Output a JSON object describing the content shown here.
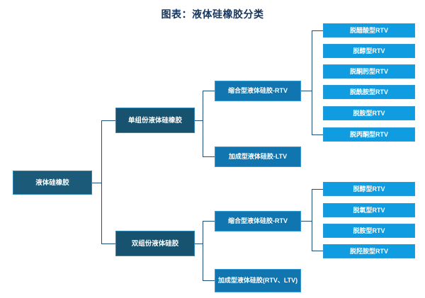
{
  "title": "图表：液体硅橡胶分类",
  "colors": {
    "title": "#17365d",
    "root_fill": "#1b5a79",
    "level2_fill": "#17536f",
    "level3_fill": "#1175b0",
    "leaf_fill": "#109ce0",
    "connector": "#1f4e79",
    "background": "#ffffff"
  },
  "chart_data": {
    "type": "tree",
    "title": "图表：液体硅橡胶分类",
    "root": {
      "label": "液体硅橡胶",
      "children": [
        {
          "label": "单组份液体硅橡胶",
          "children": [
            {
              "label": "缩合型液体硅胶-RTV",
              "children": [
                {
                  "label": "脱醋酸型RTV"
                },
                {
                  "label": "脱醇型RTV"
                },
                {
                  "label": "脱酮肟型RTV"
                },
                {
                  "label": "脱酰胺型RTV"
                },
                {
                  "label": "脱胺型RTV"
                },
                {
                  "label": "脱丙酮型RTV"
                }
              ]
            },
            {
              "label": "加成型液体硅胶-LTV",
              "children": []
            }
          ]
        },
        {
          "label": "双组份液体硅胶",
          "children": [
            {
              "label": "缩合型液体硅胶-RTV",
              "children": [
                {
                  "label": "脱醇型RTV"
                },
                {
                  "label": "脱氧型RTV"
                },
                {
                  "label": "脱胺型RTV"
                },
                {
                  "label": "脱羟胺型RTV"
                }
              ]
            },
            {
              "label": "加成型液体硅胶(RTV、LTV)",
              "children": []
            }
          ]
        }
      ]
    }
  },
  "nodes": {
    "root": "液体硅橡胶",
    "branch_a": "单组份液体硅橡胶",
    "branch_b": "双组份液体硅胶",
    "a_cond": "缩合型液体硅胶-RTV",
    "a_add": "加成型液体硅胶-LTV",
    "b_cond": "缩合型液体硅胶-RTV",
    "b_add": "加成型液体硅胶(RTV、LTV)",
    "a_leaf_1": "脱醋酸型RTV",
    "a_leaf_2": "脱醇型RTV",
    "a_leaf_3": "脱酮肟型RTV",
    "a_leaf_4": "脱酰胺型RTV",
    "a_leaf_5": "脱胺型RTV",
    "a_leaf_6": "脱丙酮型RTV",
    "b_leaf_1": "脱醇型RTV",
    "b_leaf_2": "脱氧型RTV",
    "b_leaf_3": "脱胺型RTV",
    "b_leaf_4": "脱羟胺型RTV"
  }
}
